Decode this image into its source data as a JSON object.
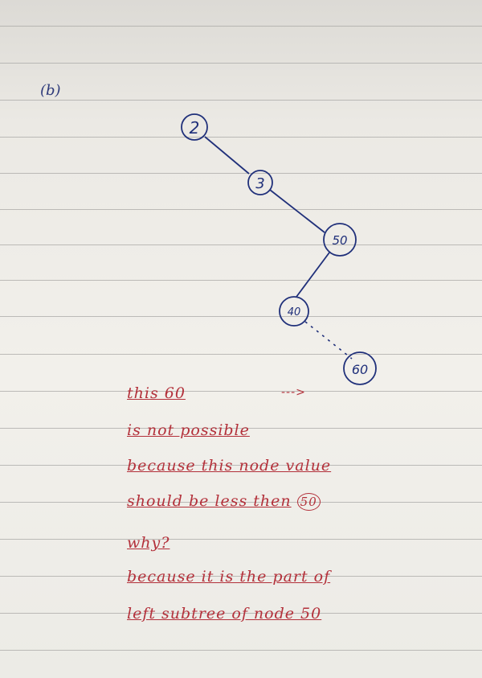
{
  "part_label": "(b)",
  "tree": {
    "nodes": [
      {
        "id": "n2",
        "label": "2"
      },
      {
        "id": "n3",
        "label": "3"
      },
      {
        "id": "n50",
        "label": "50"
      },
      {
        "id": "n40",
        "label": "40"
      },
      {
        "id": "n60",
        "label": "60"
      }
    ],
    "edges": [
      {
        "from": "n2",
        "to": "n3",
        "style": "solid"
      },
      {
        "from": "n3",
        "to": "n50",
        "style": "solid"
      },
      {
        "from": "n50",
        "to": "n40",
        "style": "solid"
      },
      {
        "from": "n40",
        "to": "n60",
        "style": "dashed"
      }
    ]
  },
  "note": {
    "line1": "this 60",
    "arrow": "--->",
    "line2": "is not possible",
    "line3": "because this node value",
    "line4_a": "should be less then",
    "line4_circled": "50",
    "line5": "why?",
    "line6": "because it is the part of",
    "line7": "left subtree of node 50"
  },
  "colors": {
    "ink_blue": "#20307a",
    "ink_red": "#b3303a",
    "paper": "#efede8",
    "rule": "#a9a8a6"
  }
}
